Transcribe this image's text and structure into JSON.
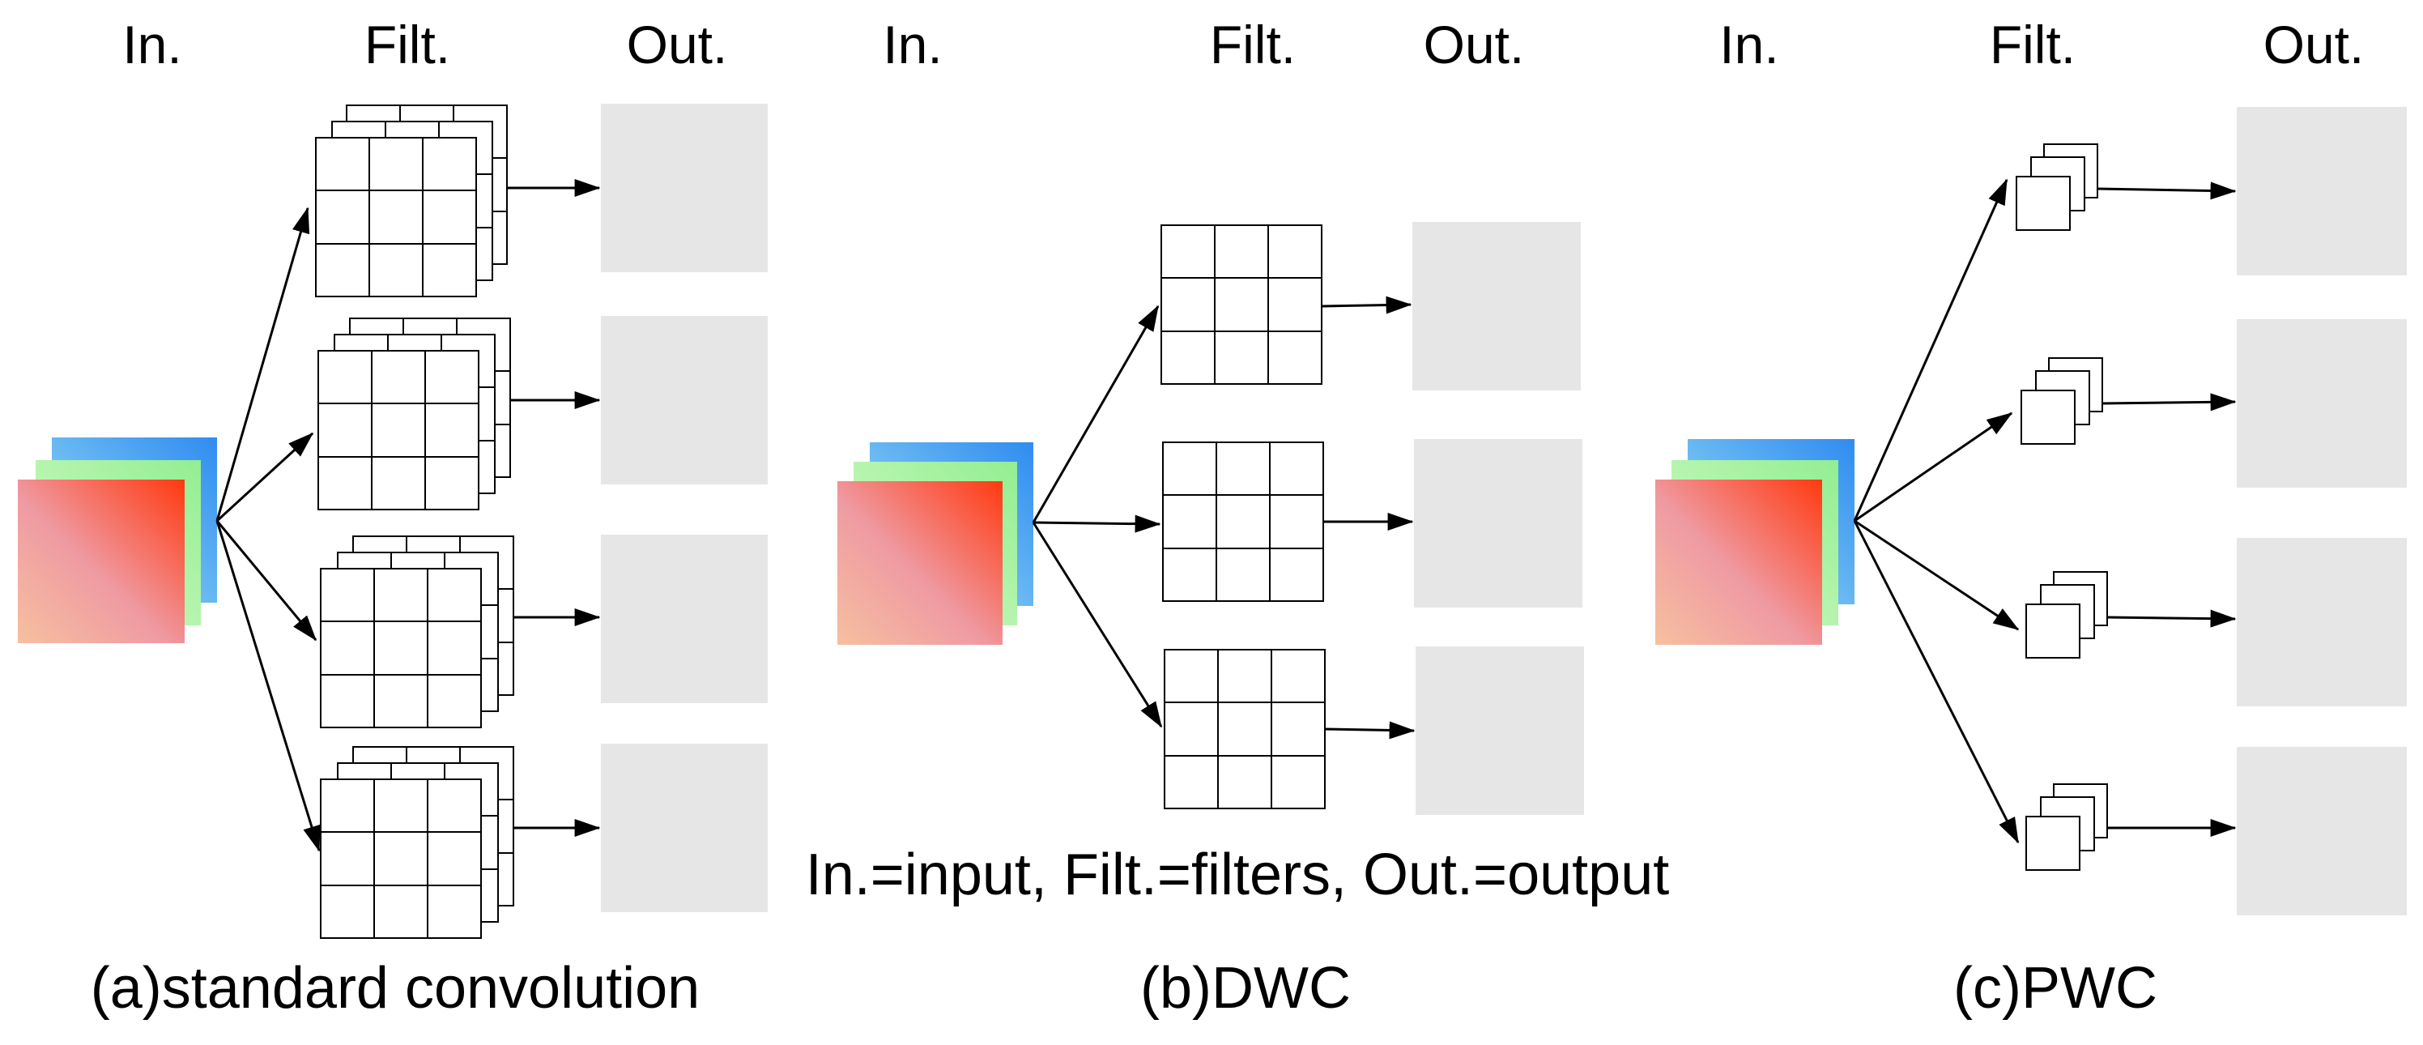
{
  "headers": {
    "input": "In.",
    "filters": "Filt.",
    "output": "Out."
  },
  "captions": {
    "a": "(a)standard convolution",
    "b": "(b)DWC",
    "c": "(c)PWC"
  },
  "legend": "In.=input, Filt.=filters, Out.=output",
  "colors": {
    "channel_blue": "#2f8cf0",
    "channel_green": "#a6f0a0",
    "channel_red": "#ff3a12",
    "channel_pink": "#f2a0a8",
    "output_block": "#e6e6e6",
    "stroke": "#000000"
  }
}
